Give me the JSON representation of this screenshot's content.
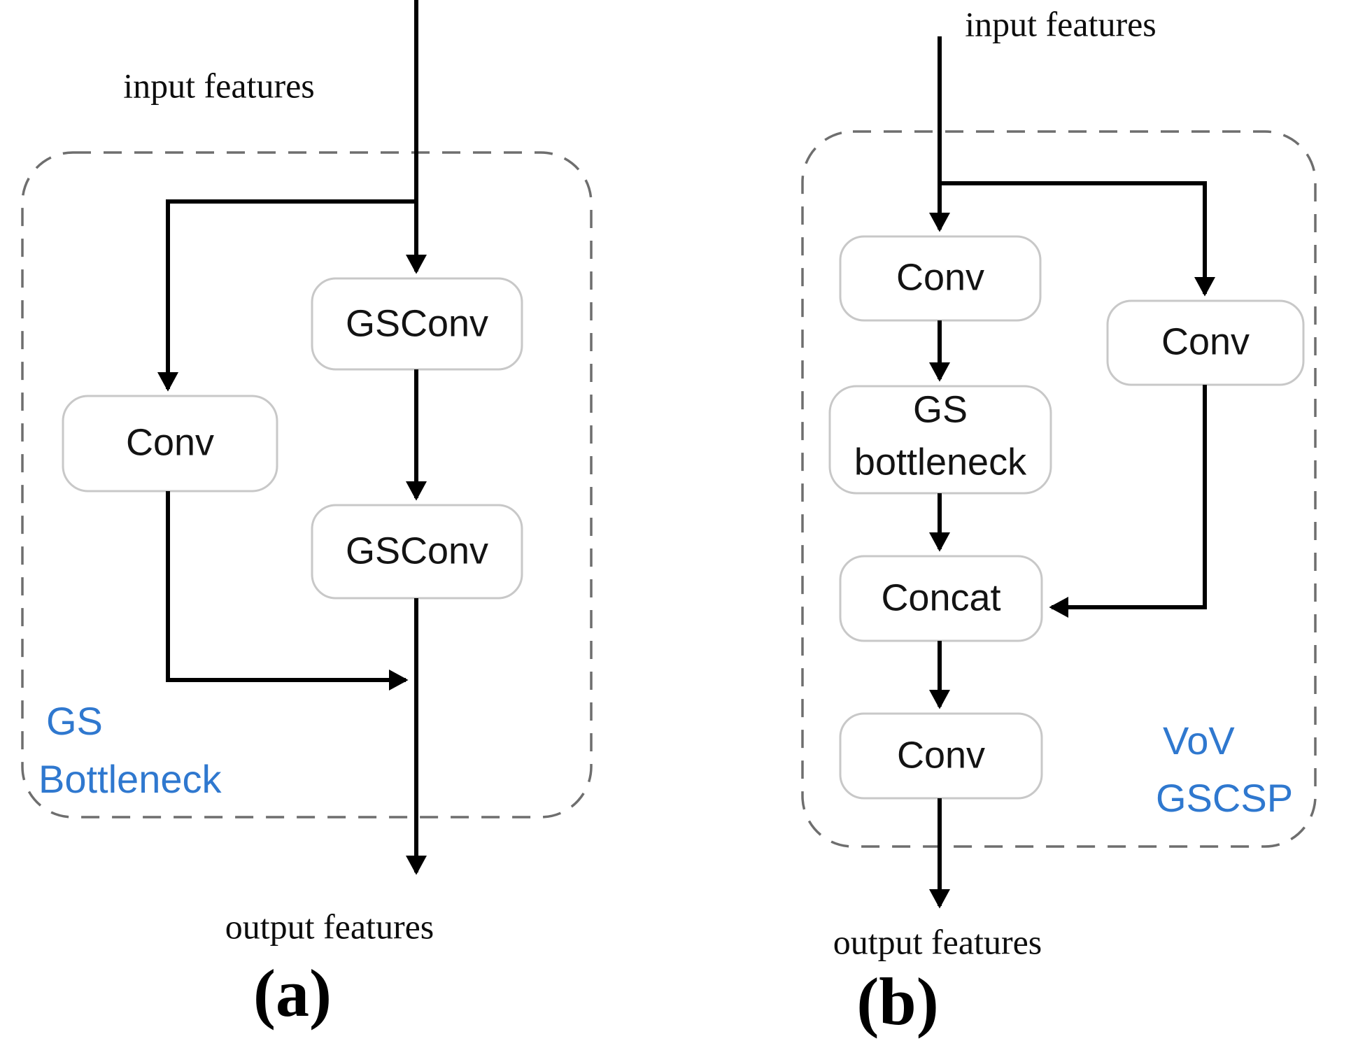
{
  "figure": {
    "title": "GS Bottleneck and VoV-GSCSP module diagrams",
    "accent_blue": "#2f78cf",
    "node_stroke": "#c8c8c8",
    "dash_stroke": "#6e6e6e",
    "line_color": "#000000"
  },
  "panel_a": {
    "letter": "(a)",
    "input_label": "input features",
    "output_label": "output features",
    "group_label_line1": "GS",
    "group_label_line2": "Bottleneck",
    "nodes": [
      {
        "id": "a-gsconv-1",
        "label": "GSConv"
      },
      {
        "id": "a-conv",
        "label": "Conv"
      },
      {
        "id": "a-gsconv-2",
        "label": "GSConv"
      }
    ]
  },
  "panel_b": {
    "letter": "(b)",
    "input_label": "input features",
    "output_label": "output features",
    "group_label_line1": "VoV",
    "group_label_line2": "GSCSP",
    "nodes": [
      {
        "id": "b-conv-main",
        "label": "Conv"
      },
      {
        "id": "b-conv-branch",
        "label": "Conv"
      },
      {
        "id": "b-gs-bottleneck-line1",
        "label": "GS"
      },
      {
        "id": "b-gs-bottleneck-line2",
        "label": "bottleneck"
      },
      {
        "id": "b-concat",
        "label": "Concat"
      },
      {
        "id": "b-conv-out",
        "label": "Conv"
      }
    ]
  }
}
